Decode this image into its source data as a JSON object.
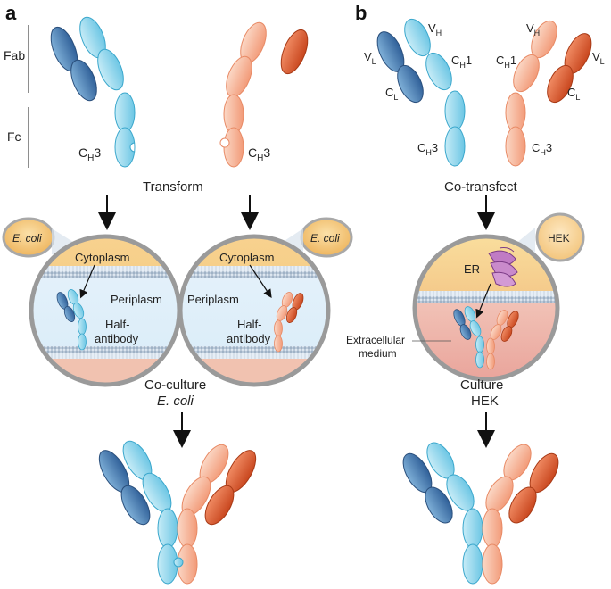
{
  "panels": {
    "a": "a",
    "b": "b"
  },
  "panel_a": {
    "fab_label": "Fab",
    "fc_label": "Fc",
    "ch3_label_left": "C",
    "ch3_label_right": "C",
    "ch3_sub": "H",
    "ch3_num": "3",
    "transform_label": "Transform",
    "ecoli_left": "E. coli",
    "ecoli_right": "E. coli",
    "cytoplasm_left": "Cytoplasm",
    "cytoplasm_right": "Cytoplasm",
    "periplasm_left": "Periplasm",
    "periplasm_right": "Periplasm",
    "half_line1_left": "Half-",
    "half_line2_left": "antibody",
    "half_line1_right": "Half-",
    "half_line2_right": "antibody",
    "coculture_line1": "Co-culture",
    "coculture_line2": "E. coli"
  },
  "panel_b": {
    "vh_left": "V",
    "vh_left_sub": "H",
    "vl_left": "V",
    "vl_left_sub": "L",
    "ch1_left": "C",
    "ch1_left_sub": "H",
    "ch1_left_num": "1",
    "cl_left": "C",
    "cl_left_sub": "L",
    "ch3_left": "C",
    "ch3_left_sub": "H",
    "ch3_left_num": "3",
    "vh_right": "V",
    "vh_right_sub": "H",
    "vl_right": "V",
    "vl_right_sub": "L",
    "ch1_right": "C",
    "ch1_right_sub": "H",
    "ch1_right_num": "1",
    "cl_right": "C",
    "cl_right_sub": "L",
    "ch3_right": "C",
    "ch3_right_sub": "H",
    "ch3_right_num": "3",
    "cotransfect_label": "Co-transfect",
    "hek_badge": "HEK",
    "er_label": "ER",
    "extracellular_line1": "Extracellular",
    "extracellular_line2": "medium",
    "culture_line1": "Culture",
    "culture_line2": "HEK"
  },
  "colors": {
    "blue_light": "#8fd6ec",
    "blue_dark": "#3f79b0",
    "orange_light": "#f7b79b",
    "orange_dark": "#de5a30",
    "ecoli_fill": "#f6c97e",
    "hek_fill": "#f9d69c"
  }
}
